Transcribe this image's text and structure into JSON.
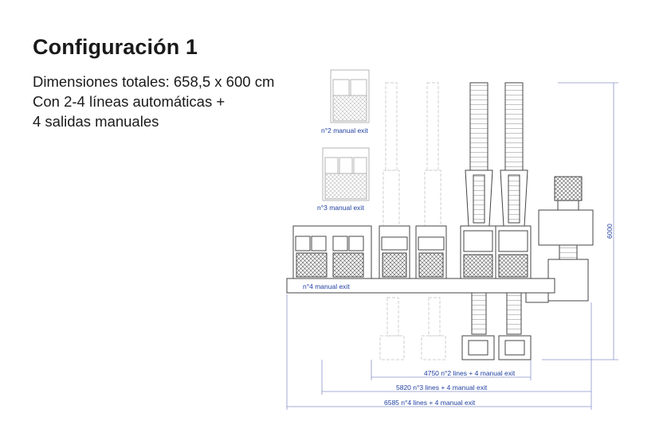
{
  "header": {
    "title": "Configuración 1",
    "lines": [
      "Dimensiones totales: 658,5 x 600 cm",
      "Con 2-4 líneas automáticas +",
      "4 salidas manuales"
    ]
  },
  "drawing": {
    "labels": {
      "exit2": "n°2 manual exit",
      "exit3": "n°3 manual exit",
      "exit4": "n°4 manual exit"
    },
    "dimensions": {
      "height": "6000",
      "d1": "4750 n°2 lines + 4 manual exit",
      "d2": "5820 n°3 lines + 4 manual exit",
      "d3": "6585 n°4 lines + 4 manual exit"
    },
    "colors": {
      "line": "#444444",
      "ghost": "#c8c8c8",
      "dimension": "#1f3fa0"
    }
  }
}
